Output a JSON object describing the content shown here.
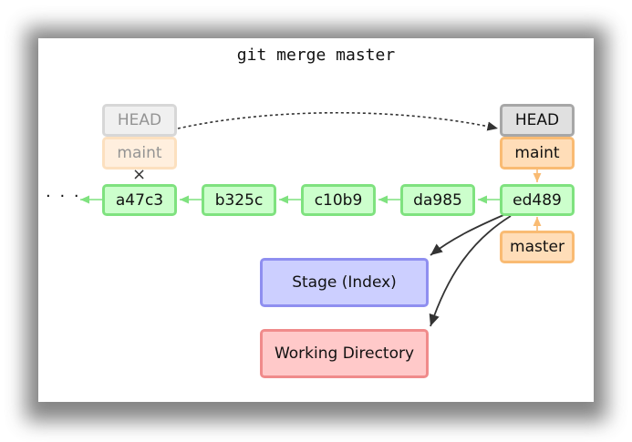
{
  "title": "git merge master",
  "ellipsis": "· · ·",
  "old_refs": {
    "head": "HEAD",
    "branch": "maint",
    "removed_marker": "×"
  },
  "commits": [
    "a47c3",
    "b325c",
    "c10b9",
    "da985",
    "ed489"
  ],
  "new_refs": {
    "head": "HEAD",
    "branch": "maint",
    "merged_branch": "master"
  },
  "areas": {
    "stage": "Stage (Index)",
    "working": "Working Directory"
  },
  "colors": {
    "commit_fill": "#ccffcc",
    "commit_border": "#7fe27f",
    "branch_fill": "#ffddb8",
    "branch_border": "#f9bb73",
    "head_fill": "#e0e0e0",
    "head_border": "#a7a7a7",
    "stage_fill": "#cccfff",
    "stage_border": "#8f8ff0",
    "working_fill": "#ffc9c9",
    "working_border": "#f08b8b"
  }
}
